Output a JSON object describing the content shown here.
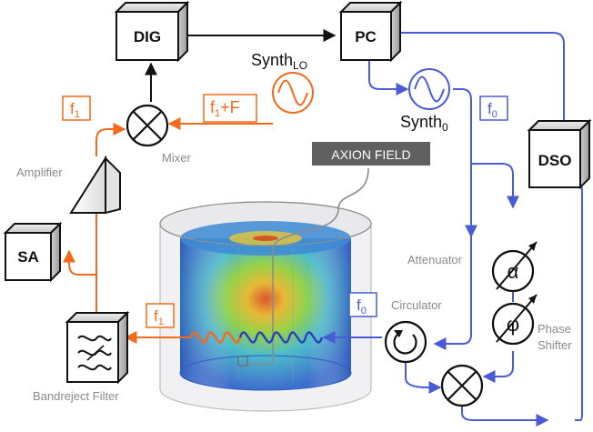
{
  "colors": {
    "orange": "#f26a1b",
    "blue": "#4a5bd6",
    "black": "#111111",
    "gray": "#8a8a8a"
  },
  "blocks": {
    "dig": "DIG",
    "pc": "PC",
    "dso": "DSO",
    "sa": "SA"
  },
  "components": {
    "amplifier": "Amplifier",
    "mixer": "Mixer",
    "attenuator": "Attenuator",
    "circulator": "Circulator",
    "phase_shifter_line1": "Phase",
    "phase_shifter_line2": "Shifter",
    "bandreject_filter": "Bandreject Filter",
    "synth_lo_main": "Synth",
    "synth_lo_sub": "LO",
    "synth0_main": "Synth",
    "synth0_sub": "0",
    "attenuator_symbol": "α",
    "phase_symbol": "φ"
  },
  "banner": "AXION FIELD",
  "frequency_tags": {
    "f1_top_main": "f",
    "f1_top_sub": "1",
    "f1_plus_F_main": "f",
    "f1_plus_F_sub": "1",
    "f1_plus_F_tail": "+F",
    "f1_cavity_main": "f",
    "f1_cavity_sub": "1",
    "f0_right_main": "f",
    "f0_right_sub": "0",
    "f0_cavity_main": "f",
    "f0_cavity_sub": "0"
  },
  "icons": {
    "mixer_top": "mixer-icon",
    "mixer_bottom": "mixer-icon",
    "synth_lo": "sine-oscillator-icon",
    "synth_0": "sine-oscillator-icon",
    "amplifier": "amplifier-triangle-icon",
    "filter": "bandreject-filter-icon",
    "circulator": "circulator-icon",
    "cavity": "cavity-icon"
  }
}
